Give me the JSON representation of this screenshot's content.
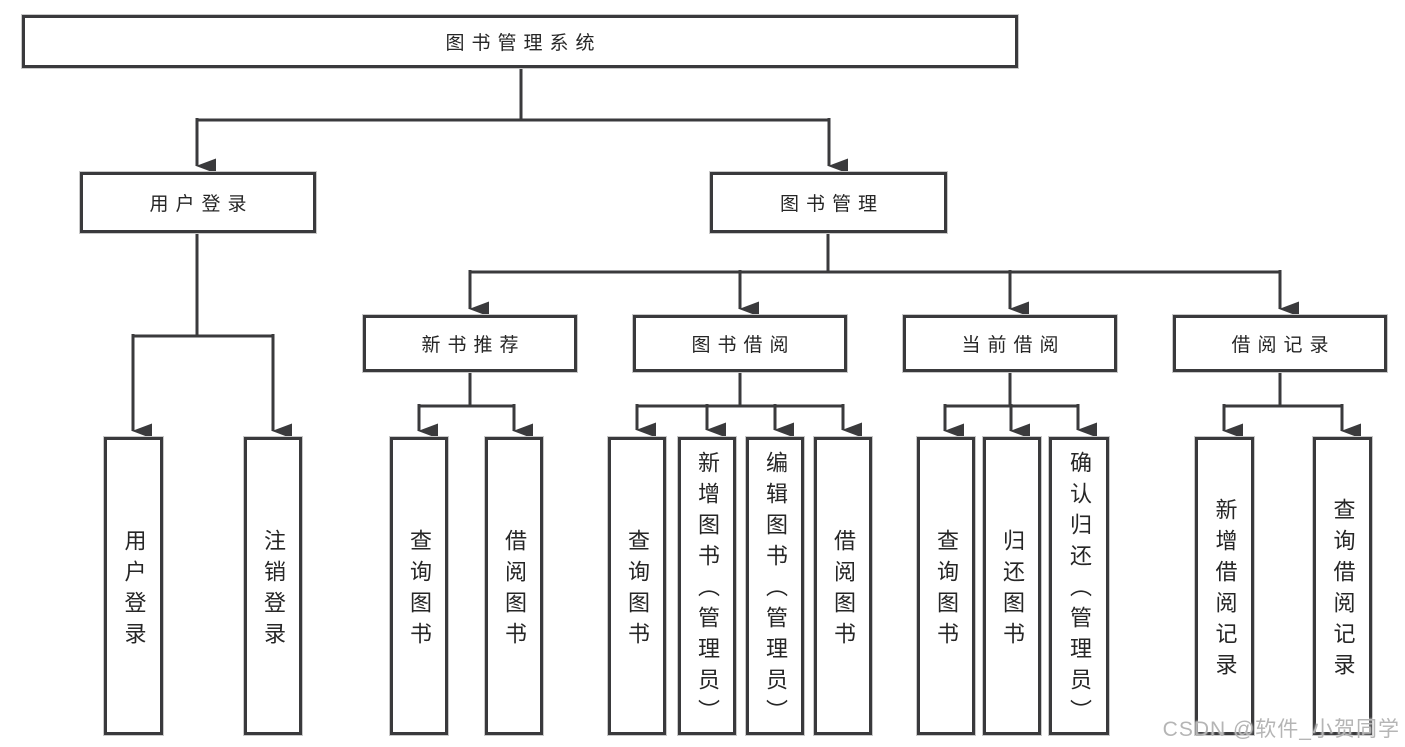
{
  "tree": {
    "root": {
      "label": "图书管理系统"
    },
    "children": [
      {
        "label": "用户登录",
        "children": [
          {
            "label": "用户登录"
          },
          {
            "label": "注销登录"
          }
        ]
      },
      {
        "label": "图书管理",
        "children": [
          {
            "label": "新书推荐",
            "children": [
              {
                "label": "查询图书"
              },
              {
                "label": "借阅图书"
              }
            ]
          },
          {
            "label": "图书借阅",
            "children": [
              {
                "label": "查询图书"
              },
              {
                "label": "新增图书（管理员）"
              },
              {
                "label": "编辑图书（管理员）"
              },
              {
                "label": "借阅图书"
              }
            ]
          },
          {
            "label": "当前借阅",
            "children": [
              {
                "label": "查询图书"
              },
              {
                "label": "归还图书"
              },
              {
                "label": "确认归还（管理员）"
              }
            ]
          },
          {
            "label": "借阅记录",
            "children": [
              {
                "label": "新增借阅记录"
              },
              {
                "label": "查询借阅记录"
              }
            ]
          }
        ]
      }
    ]
  },
  "watermark": "CSDN @软件_小贺同学",
  "colors": {
    "line": "#3a3a3c",
    "text": "#262626",
    "box_background": "#ffffff",
    "watermark": "#b5b5b5"
  }
}
